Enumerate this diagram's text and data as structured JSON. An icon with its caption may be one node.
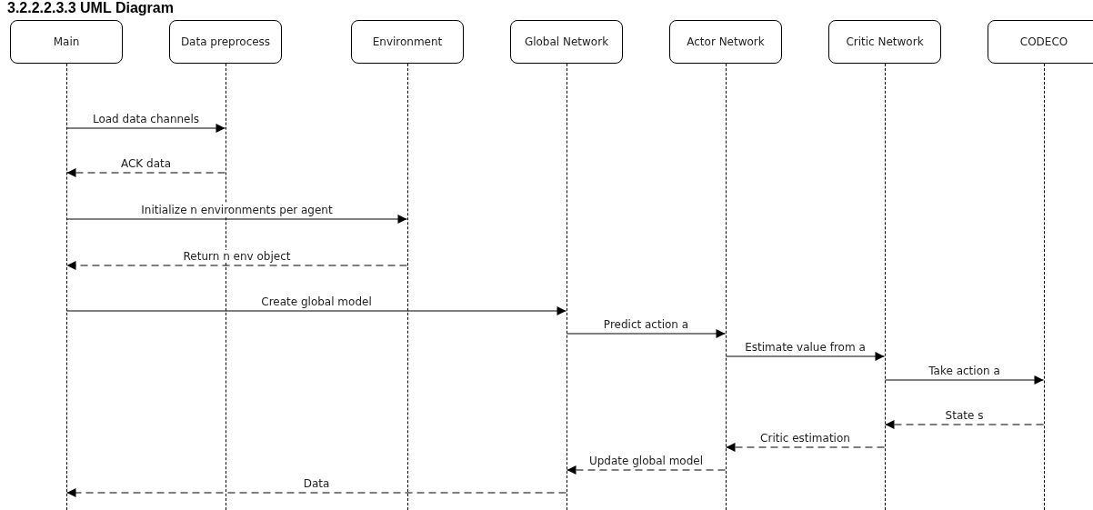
{
  "diagram": {
    "title": "3.2.2.2.3.3 UML Diagram",
    "nodes": [
      {
        "text": [
          "Main"
        ]
      },
      {
        "text": [
          "Data preprocess"
        ]
      },
      {
        "text": [
          "Environment"
        ]
      },
      {
        "text": [
          "Global Network"
        ]
      },
      {
        "text": [
          "Actor Network"
        ]
      },
      {
        "text": [
          "Critic Network"
        ]
      },
      {
        "text": [
          "CODECO"
        ]
      },
      {
        "text": [],
        "shape": "bar"
      },
      {
        "text": [],
        "shape": "bar"
      },
      {
        "text": [],
        "shape": "bar"
      },
      {
        "text": [],
        "shape": "bar"
      },
      {
        "text": [],
        "shape": "bar"
      },
      {
        "text": [],
        "shape": "bar"
      },
      {
        "text": [],
        "shape": "bar"
      }
    ],
    "edges": [
      {
        "from": 7,
        "to": 8,
        "arrow": "to",
        "label": "Load data channels"
      },
      {
        "from": 8,
        "to": 7,
        "arrow": "to",
        "label": "ACK data",
        "style": "dashed"
      },
      {
        "from": 7,
        "to": 9,
        "arrow": "to",
        "label": "Initialize n environments per agent"
      },
      {
        "from": 9,
        "to": 7,
        "arrow": "to",
        "label": "Return n env object",
        "style": "dashed"
      },
      {
        "from": 7,
        "to": 10,
        "arrow": "to",
        "label": "Create global model"
      },
      {
        "from": 10,
        "to": 11,
        "arrow": "to",
        "label": "Predict action a"
      },
      {
        "from": 11,
        "to": 12,
        "arrow": "to",
        "label": "Estimate value from a"
      },
      {
        "from": 12,
        "to": 13,
        "arrow": "to",
        "label": "Take action a"
      },
      {
        "from": 13,
        "to": 12,
        "arrow": "to",
        "label": "State s",
        "style": "dashed"
      },
      {
        "from": 12,
        "to": 11,
        "arrow": "to",
        "label": "Critic estimation",
        "style": "dashed"
      },
      {
        "from": 11,
        "to": 10,
        "arrow": "to",
        "label": "Update global model",
        "style": "dashed"
      },
      {
        "from": 10,
        "to": 7,
        "arrow": "to",
        "label": "Data",
        "style": "dashed"
      }
    ]
  }
}
